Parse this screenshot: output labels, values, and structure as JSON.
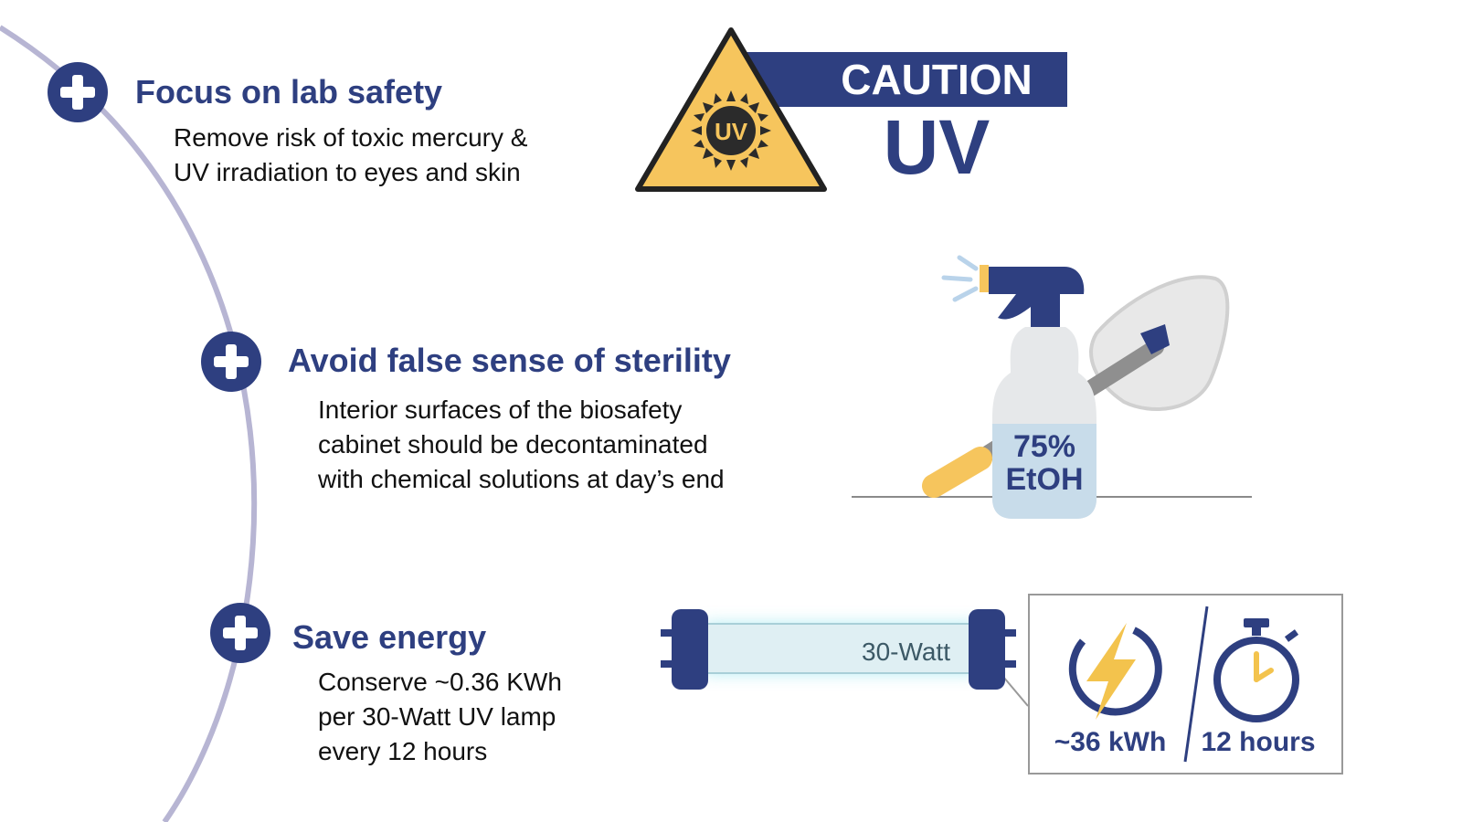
{
  "colors": {
    "navy": "#2e3f80",
    "arc": "#b7b5d3",
    "caution_yellow": "#f6c55d",
    "bottle": "#e6e8ea",
    "liquid": "#c8dcea",
    "lamp_glow": "#8fe3ee",
    "lightning": "#f3c34d",
    "text": "#111111"
  },
  "sections": [
    {
      "heading": "Focus on lab safety",
      "lines": [
        "Remove risk of toxic mercury &",
        "UV irradiation to eyes and skin"
      ],
      "icon": "plus-icon"
    },
    {
      "heading": "Avoid false sense of sterility",
      "lines": [
        "Interior surfaces of the biosafety",
        "cabinet should be decontaminated",
        "with chemical solutions at day’s end"
      ],
      "icon": "plus-icon"
    },
    {
      "heading": "Save energy",
      "lines": [
        "Conserve ~0.36 KWh",
        "per 30-Watt UV lamp",
        "every 12 hours"
      ],
      "icon": "plus-icon"
    }
  ],
  "caution_sign": {
    "banner_text": "CAUTION",
    "big_text": "UV",
    "symbol_text": "UV",
    "icon": "uv-warning-triangle-icon"
  },
  "spray": {
    "label_line1": "75%",
    "label_line2": "EtOH",
    "icon": "spray-bottle-icon"
  },
  "lamp": {
    "label": "30-Watt",
    "icon": "uv-lamp-icon"
  },
  "energy_box": {
    "energy_label": "~36 kWh",
    "time_label": "12 hours",
    "energy_icon": "lightning-icon",
    "time_icon": "stopwatch-icon"
  }
}
